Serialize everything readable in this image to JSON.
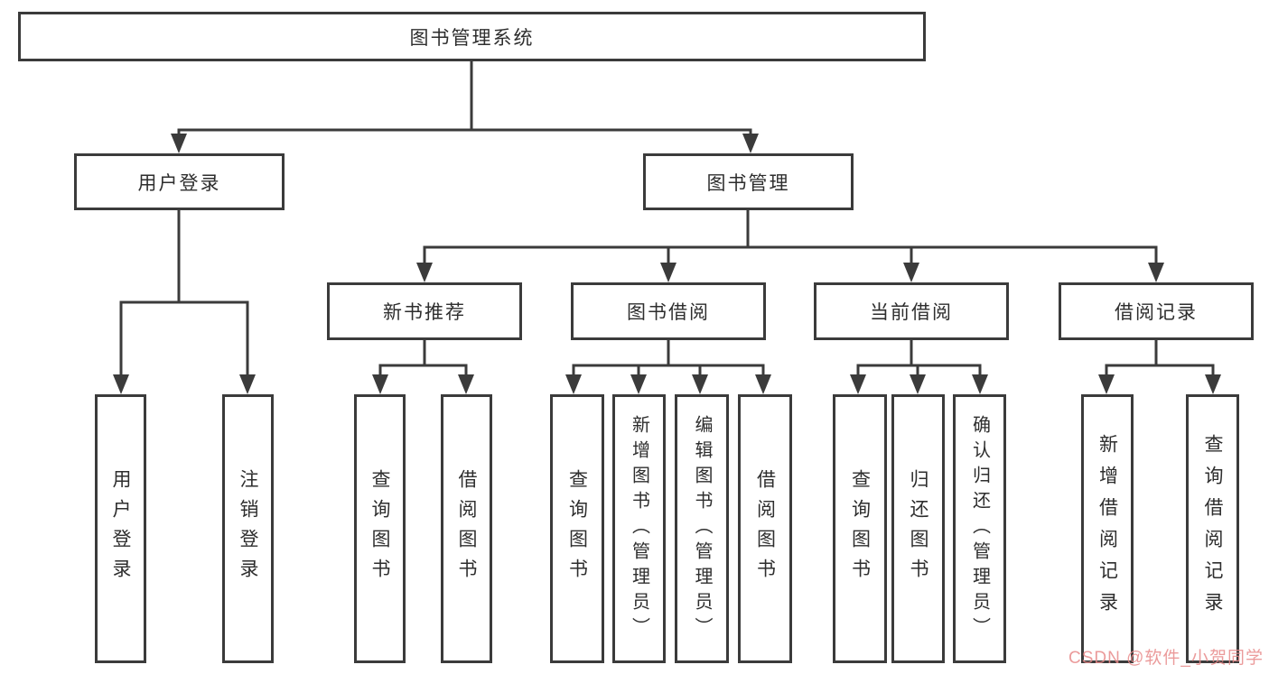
{
  "diagram": {
    "root": {
      "label": "图书管理系统"
    },
    "branches": [
      {
        "label": "用户登录",
        "children": [
          {
            "label": "用户登录"
          },
          {
            "label": "注销登录"
          }
        ]
      },
      {
        "label": "图书管理",
        "groups": [
          {
            "label": "新书推荐",
            "children": [
              {
                "label": "查询图书"
              },
              {
                "label": "借阅图书"
              }
            ]
          },
          {
            "label": "图书借阅",
            "children": [
              {
                "label": "查询图书"
              },
              {
                "label": "新增图书（管理员）"
              },
              {
                "label": "编辑图书（管理员）"
              },
              {
                "label": "借阅图书"
              }
            ]
          },
          {
            "label": "当前借阅",
            "children": [
              {
                "label": "查询图书"
              },
              {
                "label": "归还图书"
              },
              {
                "label": "确认归还（管理员）"
              }
            ]
          },
          {
            "label": "借阅记录",
            "children": [
              {
                "label": "新增借阅记录"
              },
              {
                "label": "查询借阅记录"
              }
            ]
          }
        ]
      }
    ]
  },
  "watermark": {
    "text": "CSDN @软件_小贺同学"
  },
  "colors": {
    "line": "#3b3b3b",
    "text": "#2e2e2e",
    "background": "#ffffff",
    "watermark": "#e78a8a"
  }
}
